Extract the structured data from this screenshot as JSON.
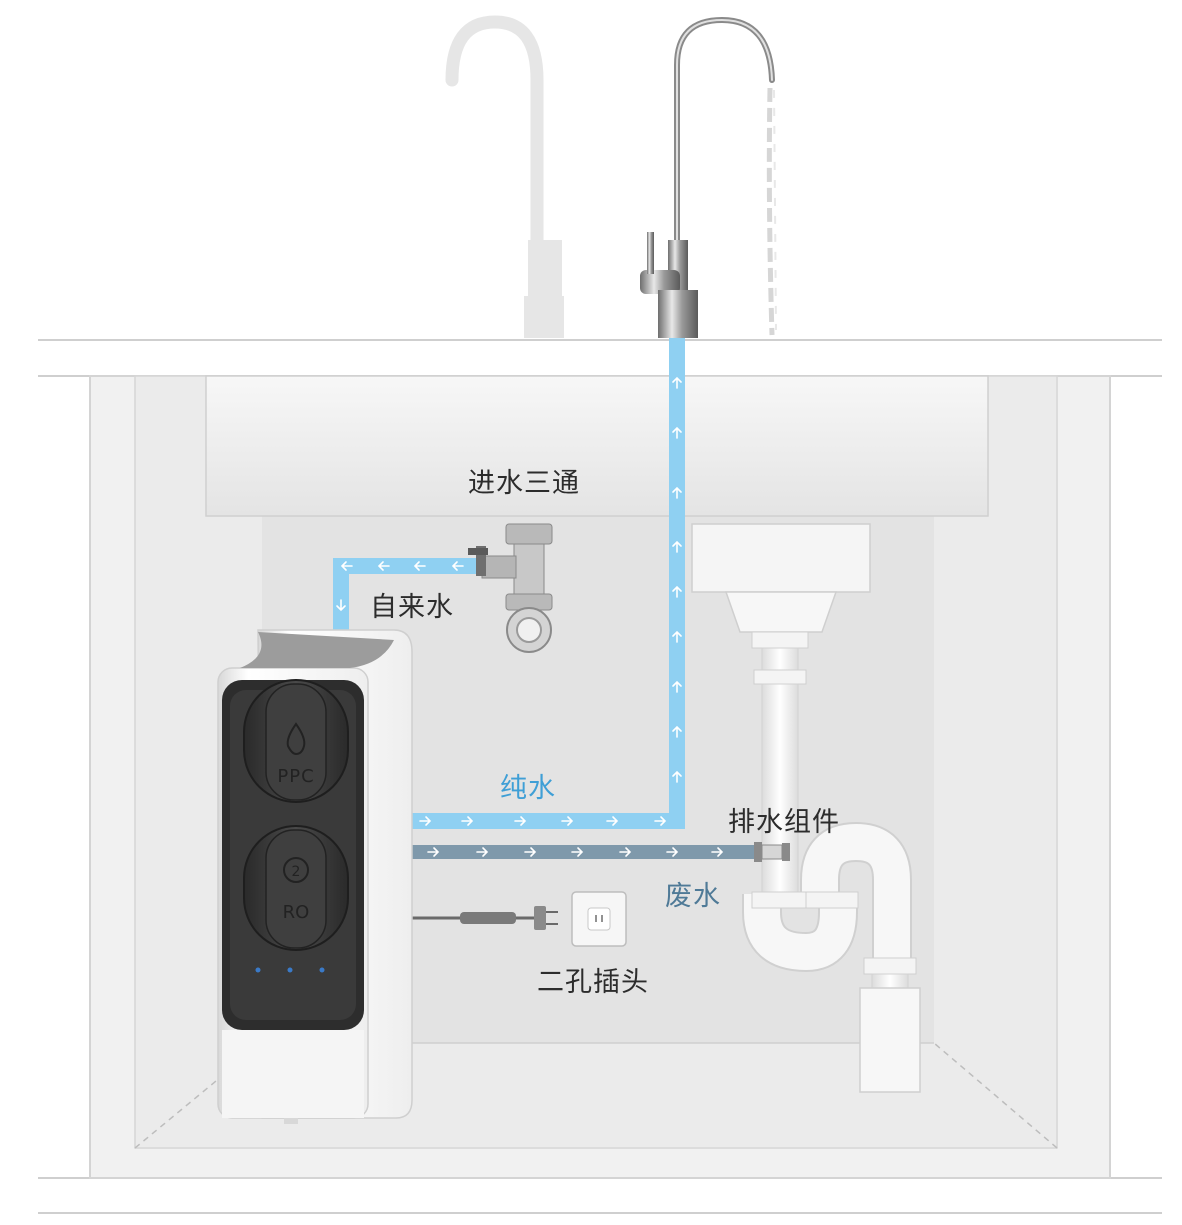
{
  "labels": {
    "tee_valve": "进水三通",
    "tap_water": "自来水",
    "pure_water": "纯水",
    "drain_kit": "排水组件",
    "waste_water": "废水",
    "two_pin_plug": "二孔插头"
  },
  "filters": {
    "top": "PPC",
    "bottom": "RO",
    "bottom_number": "2"
  },
  "colors": {
    "pure_water_pipe": "#8fd0f2",
    "waste_water_pipe": "#7f99ab",
    "pure_label": "#3f9fd6",
    "waste_label": "#4f7a97",
    "cabinet_back": "#e3e3e3"
  }
}
